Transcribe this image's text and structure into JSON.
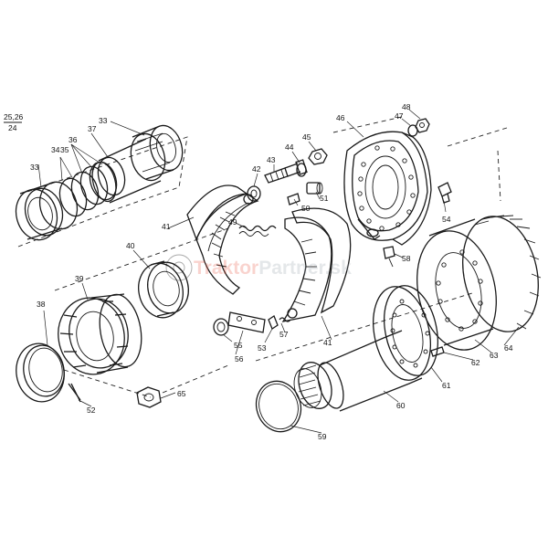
{
  "diagram": {
    "reference": {
      "top": "25,26",
      "bottom": "24"
    },
    "watermark": {
      "part1": "Traktor",
      "part2": "Partner",
      "part3": ".sk",
      "color1": "#e85a45",
      "color2": "#9aa4ad"
    },
    "labels": {
      "l33a": "33",
      "l33b": "33",
      "l34": "34",
      "l35": "35",
      "l36": "36",
      "l37": "37",
      "l38": "38",
      "l39": "39",
      "l40": "40",
      "l41a": "41",
      "l41b": "41",
      "l42": "42",
      "l43": "43",
      "l44": "44",
      "l45": "45",
      "l46": "46",
      "l47": "47",
      "l48": "48",
      "l49": "49",
      "l50": "50",
      "l51": "51",
      "l52": "52",
      "l53": "53",
      "l54": "54",
      "l55": "55",
      "l56": "56",
      "l57": "57",
      "l58": "58",
      "l59": "59",
      "l60": "60",
      "l61": "61",
      "l62": "62",
      "l63": "63",
      "l64": "64",
      "l65": "65"
    }
  }
}
